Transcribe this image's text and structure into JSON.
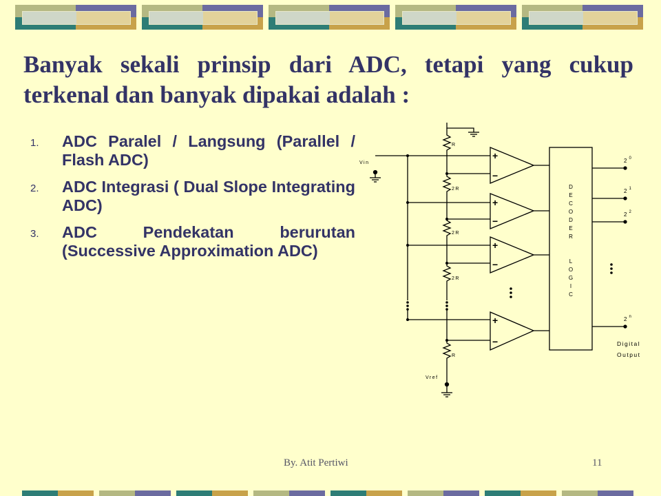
{
  "slide": {
    "title": "Banyak sekali prinsip dari ADC, tetapi yang cukup terkenal dan banyak dipakai adalah :",
    "list": [
      {
        "num": "1.",
        "text": "ADC Paralel / Langsung (Parallel / Flash ADC)"
      },
      {
        "num": "2.",
        "text": "ADC Integrasi ( Dual Slope Integrating ADC)"
      },
      {
        "num": "3.",
        "text": "ADC Pendekatan berurutan (Successive Approximation ADC)"
      }
    ],
    "footer": {
      "author": "By. Atit Pertiwi",
      "page": "11"
    }
  },
  "diagram": {
    "vin": "Vin",
    "vref": "Vref",
    "resistors": [
      "R",
      "2R",
      "2R",
      "2R",
      "R"
    ],
    "plus": "+",
    "minus": "−",
    "decoder_letters": [
      "D",
      "E",
      "C",
      "O",
      "D",
      "E",
      "R",
      "L",
      "O",
      "G",
      "I",
      "C"
    ],
    "out_base": "2",
    "out_exps": [
      "0",
      "1",
      "2",
      "n"
    ],
    "digital": "Digital",
    "output": "Output"
  },
  "colors": {
    "background": "#ffffcc",
    "title": "#333366",
    "band_olive": "#b4b882",
    "band_purple": "#6b6ba0",
    "band_teal": "#2e7d76",
    "band_gold": "#c8a24a"
  }
}
